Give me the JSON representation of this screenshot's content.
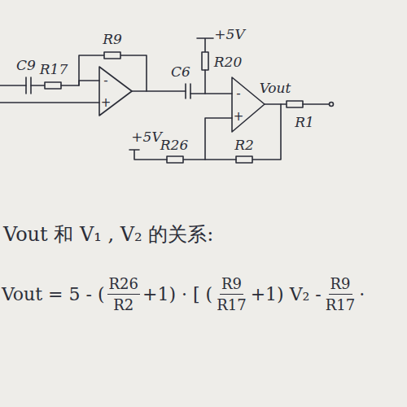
{
  "diagram": {
    "labels": [
      "C9",
      "R17",
      "R9",
      "-",
      "+",
      "C6",
      "+5V",
      "R20",
      "-",
      "+",
      "Vout",
      "R1",
      "+5V",
      "R26",
      "R2",
      "Vout 和 V₁ , V₂ 的关系:",
      "Vout = 5 - (",
      "R26",
      "R2",
      "+1) · [ (",
      "R9",
      "R17",
      "+1) V₂ -",
      "R9",
      "R17",
      "·"
    ]
  }
}
